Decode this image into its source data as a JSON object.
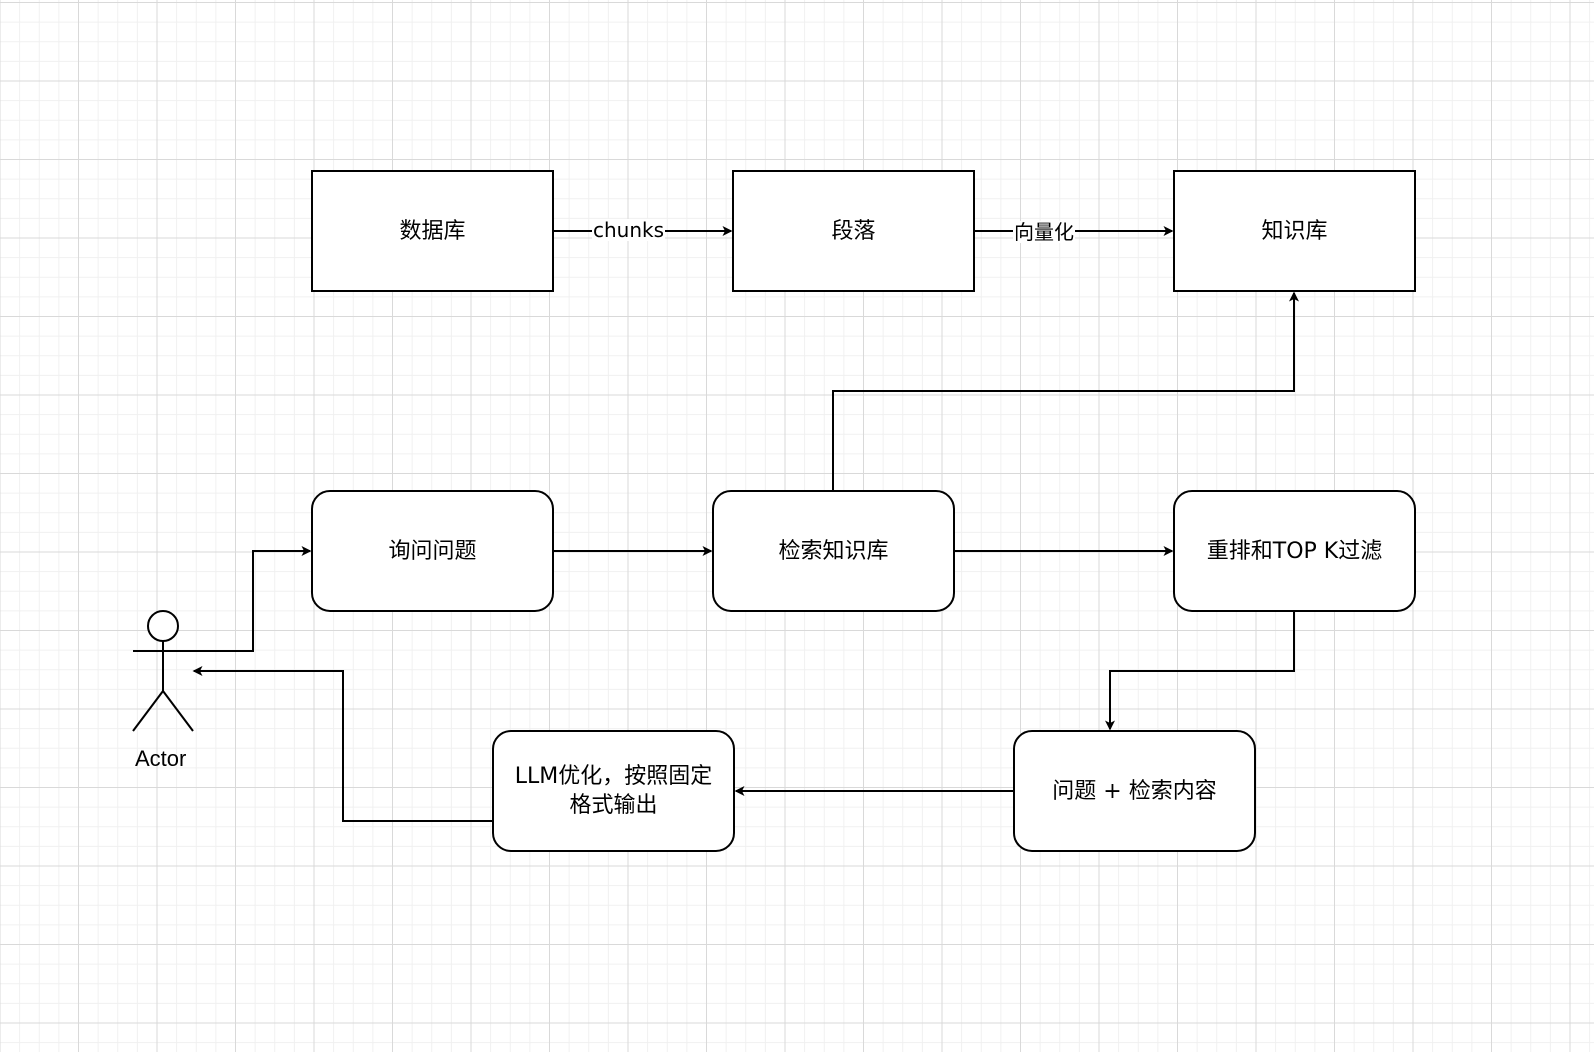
{
  "diagram": {
    "nodes": {
      "database": "数据库",
      "paragraph": "段落",
      "knowledge_base": "知识库",
      "ask_question": "询问问题",
      "search_kb": "检索知识库",
      "rerank": "重排和TOP K过滤",
      "question_plus_content": "问题 + 检索内容",
      "llm_optimize": "LLM优化，按照固定\n格式输出"
    },
    "edge_labels": {
      "database_to_paragraph": "chunks",
      "paragraph_to_kb": "向量化"
    },
    "actor": {
      "label": "Actor"
    }
  }
}
